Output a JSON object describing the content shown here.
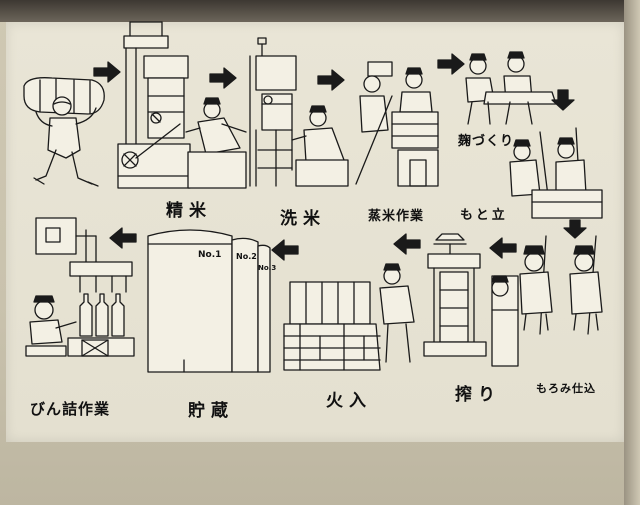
{
  "poster": {
    "labels": {
      "seimai": "精米",
      "senmai": "洗米",
      "jomai": "蒸米作業",
      "koji": "麹づくり",
      "moto": "もと立",
      "moromi": "もろみ仕込",
      "shibori": "搾り",
      "hiire": "火入",
      "chozo": "貯蔵",
      "bin": "びん詰作業"
    },
    "tank_marks": [
      "No.1",
      "No.2",
      "No.3"
    ]
  }
}
